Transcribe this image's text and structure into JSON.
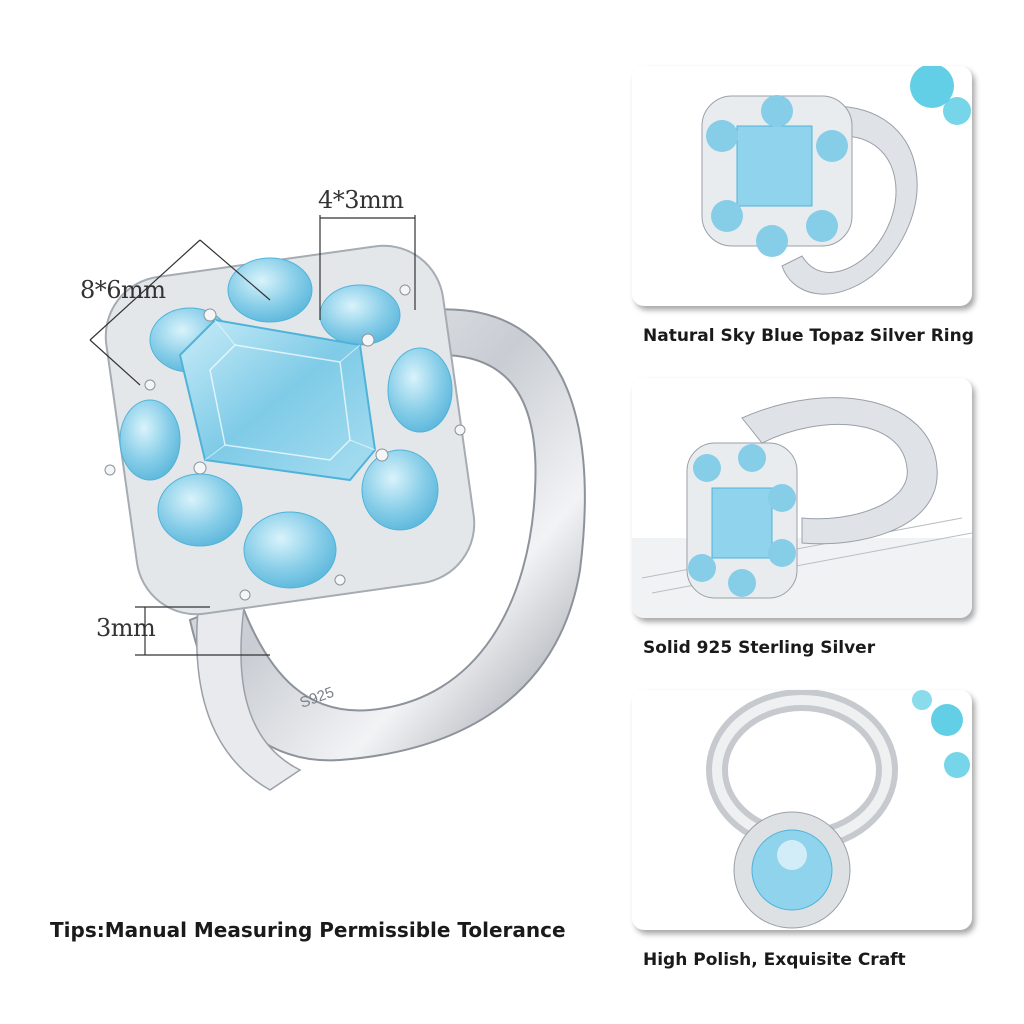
{
  "main": {
    "dimension_gem": "8*6mm",
    "dimension_side": "4*3mm",
    "dimension_band": "3mm",
    "band_engraving": "S925",
    "tips": "Tips:Manual Measuring Permissible Tolerance"
  },
  "thumbnails": [
    {
      "caption": "Natural Sky Blue Topaz Silver Ring"
    },
    {
      "caption": "Solid 925 Sterling Silver"
    },
    {
      "caption": "High Polish, Exquisite Craft"
    }
  ],
  "colors": {
    "topaz": "#8fd3ec",
    "topaz_dark": "#4fb3d9",
    "silver": "#dfe2e6",
    "silver_dark": "#9aa0a8",
    "flower_accent": "#3cc3e0"
  }
}
